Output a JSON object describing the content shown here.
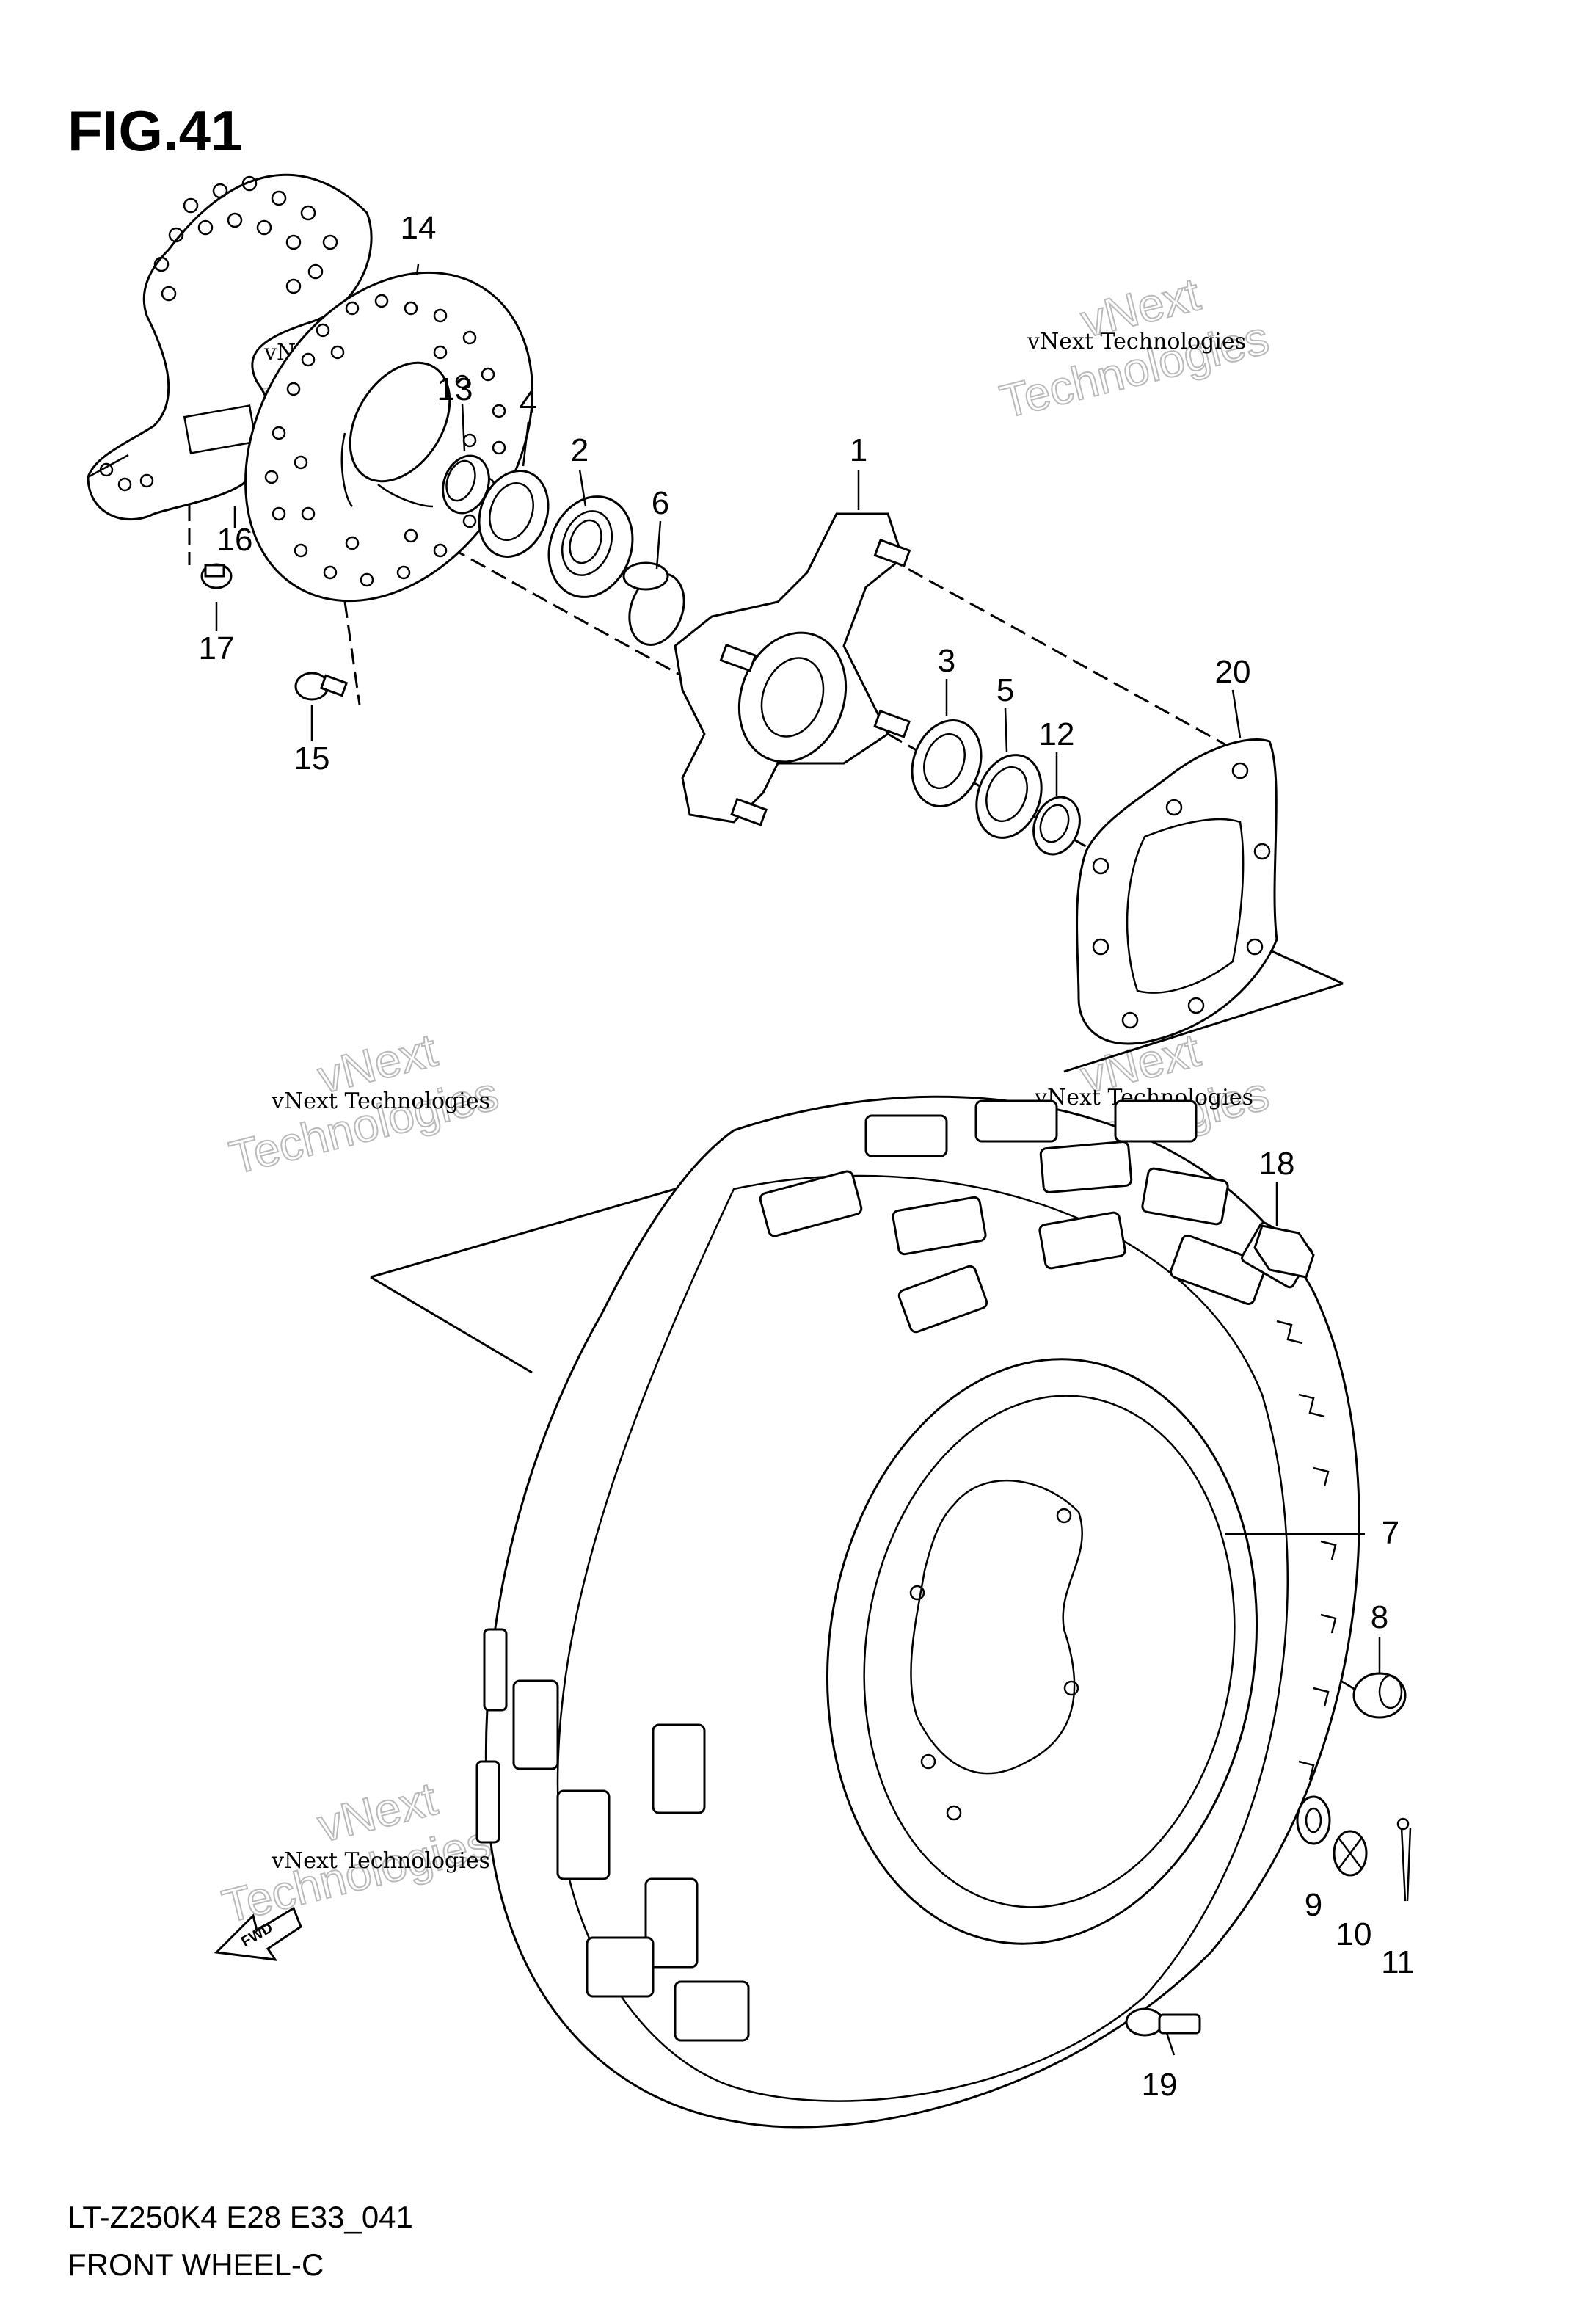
{
  "figure": {
    "title": "FIG.41",
    "model_code": "LT-Z250K4 E28 E33_041",
    "diagram_name": "FRONT WHEEL-C",
    "fwd_arrow_label": "FWD"
  },
  "watermark": {
    "small_text": "vNext Technologies",
    "big_line_1": "vNext",
    "big_line_2": "Technologies"
  },
  "callouts": [
    "1",
    "2",
    "3",
    "4",
    "5",
    "6",
    "7",
    "8",
    "9",
    "10",
    "11",
    "12",
    "13",
    "14",
    "15",
    "16",
    "17",
    "18",
    "19",
    "20"
  ]
}
